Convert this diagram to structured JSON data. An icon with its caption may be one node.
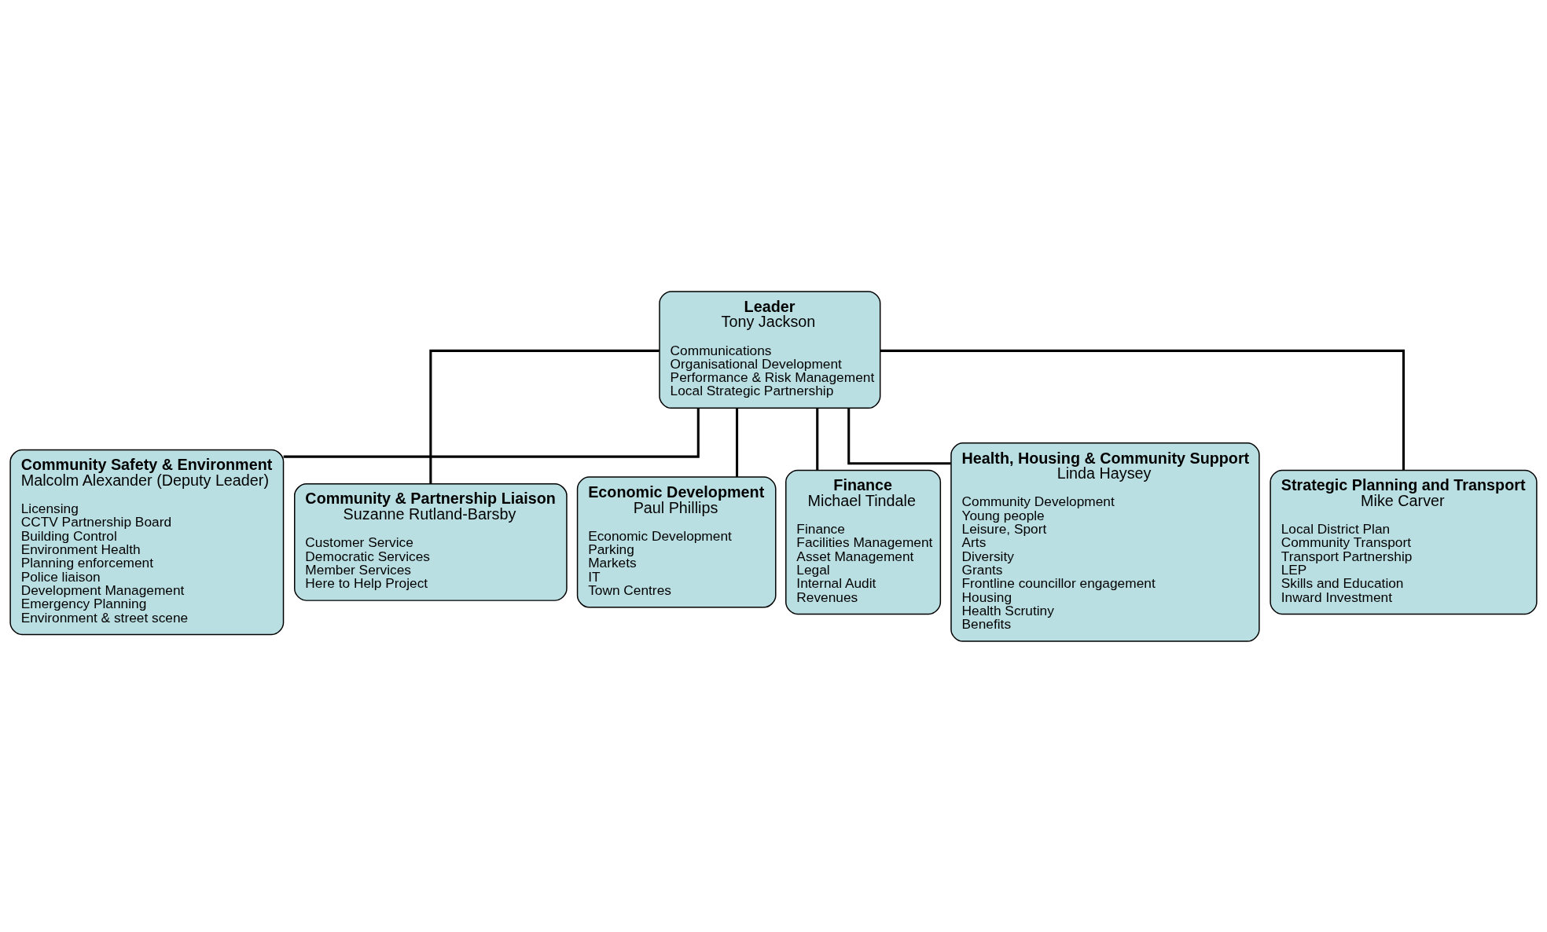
{
  "diagram": {
    "nodes": [
      {
        "text": [
          "Leader",
          "Tony Jackson",
          "Communications",
          "Organisational Development",
          "Performance & Risk Management",
          "Local Strategic Partnership"
        ]
      },
      {
        "text": [
          "Community Safety & Environment",
          "Malcolm Alexander (Deputy Leader)",
          "Licensing",
          "CCTV Partnership Board",
          "Building Control",
          "Environment Health",
          "Planning enforcement",
          "Police liaison",
          "Development Management",
          "Emergency Planning",
          "Environment & street scene"
        ]
      },
      {
        "text": [
          "Community & Partnership Liaison",
          "Suzanne Rutland-Barsby",
          "Customer Service",
          "Democratic Services",
          "Member Services",
          "Here to Help Project"
        ]
      },
      {
        "text": [
          "Economic Development",
          "Paul Phillips",
          "Economic Development",
          "Parking",
          "Markets",
          "IT",
          "Town Centres"
        ]
      },
      {
        "text": [
          "Finance",
          "Michael Tindale",
          "Finance",
          "Facilities Management",
          "Asset Management",
          "Legal",
          "Internal Audit",
          "Revenues"
        ]
      },
      {
        "text": [
          "Health, Housing & Community Support",
          "Linda Haysey",
          "Community Development",
          "Young people",
          "Leisure, Sport",
          "Arts",
          "Diversity",
          "Grants",
          "Frontline councillor engagement",
          "Housing",
          "Health Scrutiny",
          "Benefits"
        ]
      },
      {
        "text": [
          "Strategic Planning and Transport",
          "Mike Carver",
          "Local District Plan",
          "Community Transport",
          "Transport Partnership",
          "LEP",
          "Skills and Education",
          "Inward Investment"
        ]
      }
    ],
    "edges": [
      {
        "from": 0,
        "to": 1,
        "arrow": "none"
      },
      {
        "from": 0,
        "to": 2,
        "arrow": "none"
      },
      {
        "from": 0,
        "to": 3,
        "arrow": "none"
      },
      {
        "from": 0,
        "to": 4,
        "arrow": "none"
      },
      {
        "from": 0,
        "to": 5,
        "arrow": "none"
      },
      {
        "from": 0,
        "to": 6,
        "arrow": "none"
      }
    ]
  }
}
